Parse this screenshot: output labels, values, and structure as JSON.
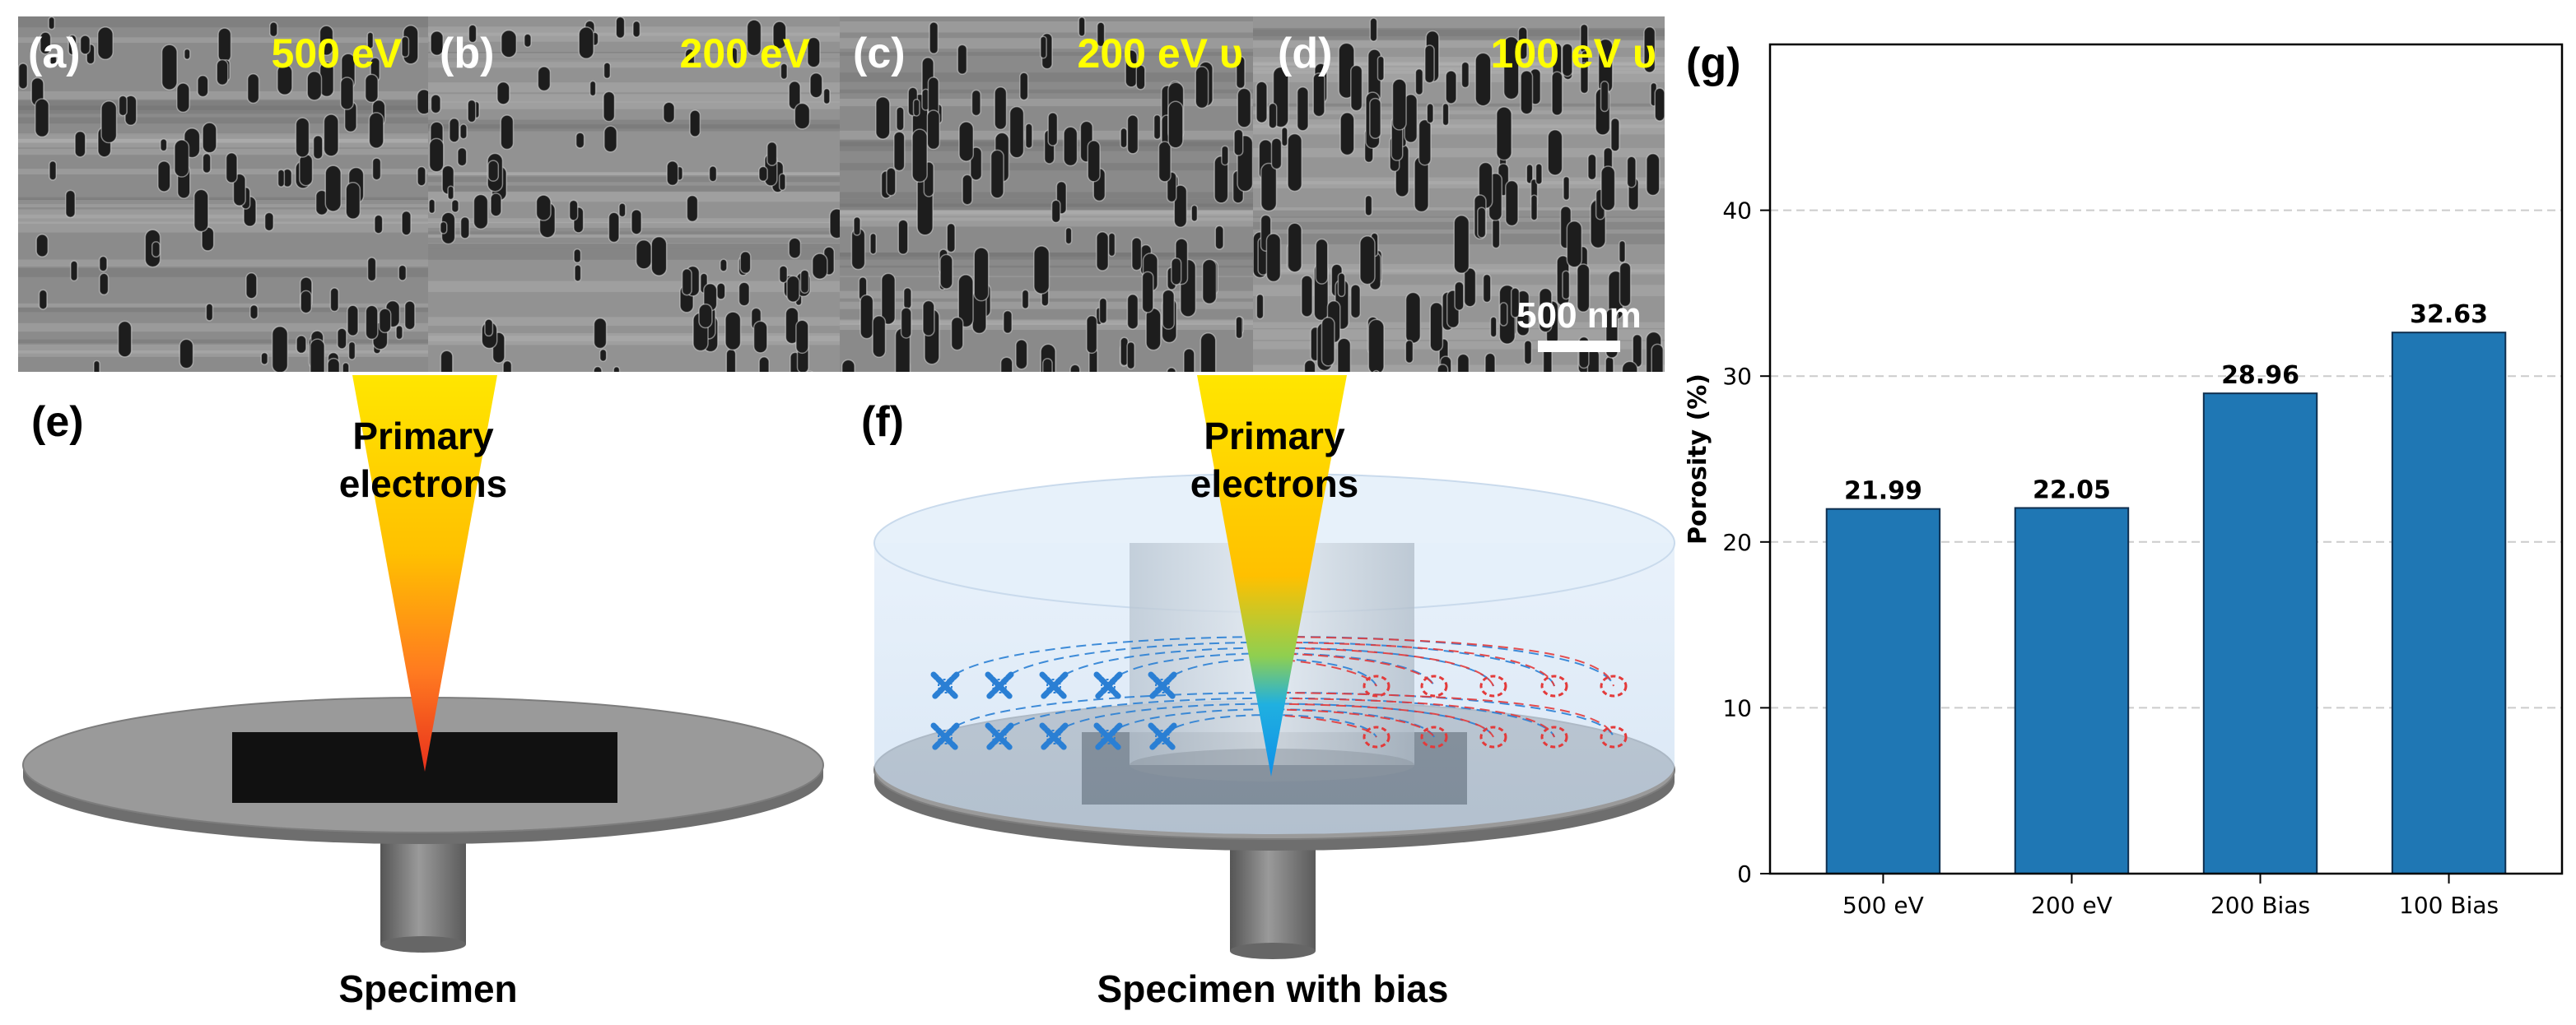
{
  "sem_panels": [
    {
      "letter": "(a)",
      "label": "500 eV"
    },
    {
      "letter": "(b)",
      "label": "200 eV"
    },
    {
      "letter": "(c)",
      "label": "200 eV υ"
    },
    {
      "letter": "(d)",
      "label": "100 eV υ"
    }
  ],
  "scale_bar": "500 nm",
  "diagram_e": {
    "letter": "(e)",
    "beam_line1": "Primary",
    "beam_line2": "electrons",
    "caption": "Specimen"
  },
  "diagram_f": {
    "letter": "(f)",
    "beam_line1": "Primary",
    "beam_line2": "electrons",
    "caption": "Specimen with bias"
  },
  "colors": {
    "bar": "#1f77b4",
    "sem_label": "#ffff00",
    "grid": "#cccccc",
    "ion_blue": "#2a7fd4",
    "ion_red": "#e33a3a"
  },
  "chart_data": {
    "type": "bar",
    "panel_letter": "(g)",
    "categories": [
      "500 eV",
      "200 eV",
      "200 Bias",
      "100 Bias"
    ],
    "values": [
      21.99,
      22.05,
      28.96,
      32.63
    ],
    "value_labels": [
      "21.99",
      "22.05",
      "28.96",
      "32.63"
    ],
    "ylabel": "Porosity (%)",
    "xlabel": "",
    "ylim": [
      0,
      50
    ],
    "yticks": [
      0,
      10,
      20,
      30,
      40
    ],
    "grid": true
  }
}
